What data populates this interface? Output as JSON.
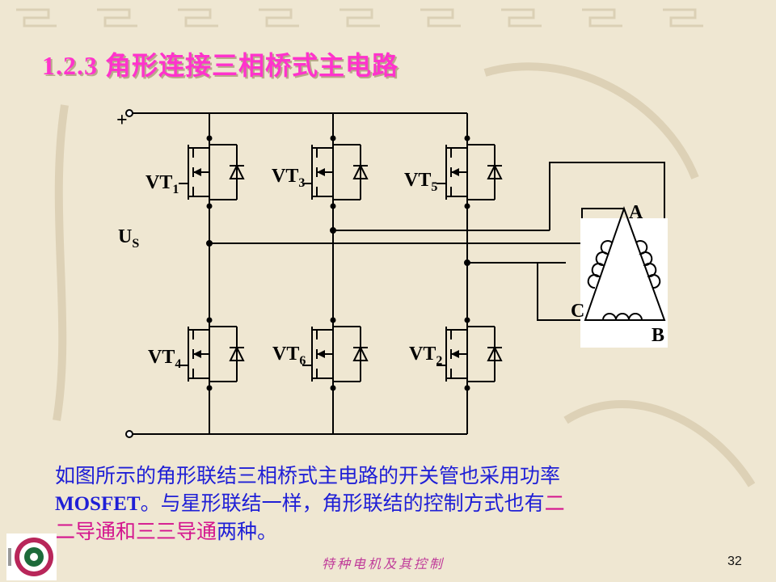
{
  "slide": {
    "title": "1.2.3 角形连接三相桥式主电路",
    "page_number": "32",
    "footer": "特种电机及其控制",
    "paragraph": {
      "part1": "如图所示的角形联结三相桥式主电路的开关管也采用功率",
      "part2": "MOSFET",
      "part3": "。与星形联结一样，角形联结的控制方式也有",
      "part4_highlight": "二",
      "part5_highlight": "二导通和三三导通",
      "part6": "两种",
      "part7": "。"
    },
    "colors": {
      "title": "#ff33cc",
      "body_text": "#1f1fd6",
      "highlight": "#d4148e",
      "background": "#efe7d2"
    }
  },
  "circuit": {
    "supply_plus": "+",
    "supply_label": "U",
    "supply_sub": "S",
    "switches": [
      {
        "main": "VT",
        "sub": "1"
      },
      {
        "main": "VT",
        "sub": "3"
      },
      {
        "main": "VT",
        "sub": "5"
      },
      {
        "main": "VT",
        "sub": "4"
      },
      {
        "main": "VT",
        "sub": "6"
      },
      {
        "main": "VT",
        "sub": "2"
      }
    ],
    "nodes": {
      "a": "A",
      "b": "B",
      "c": "C"
    }
  }
}
